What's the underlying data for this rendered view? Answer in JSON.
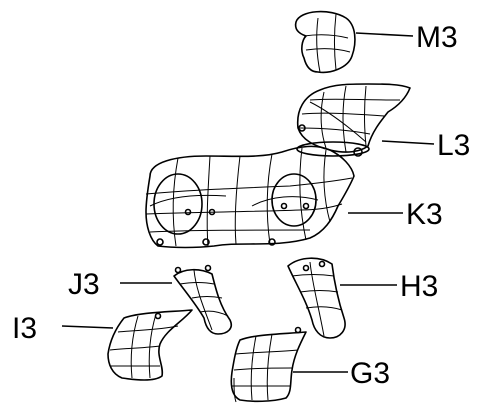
{
  "labels": {
    "m3": "M3",
    "l3": "L3",
    "k3": "K3",
    "j3": "J3",
    "h3": "H3",
    "i3": "I3",
    "g3": "G3"
  }
}
